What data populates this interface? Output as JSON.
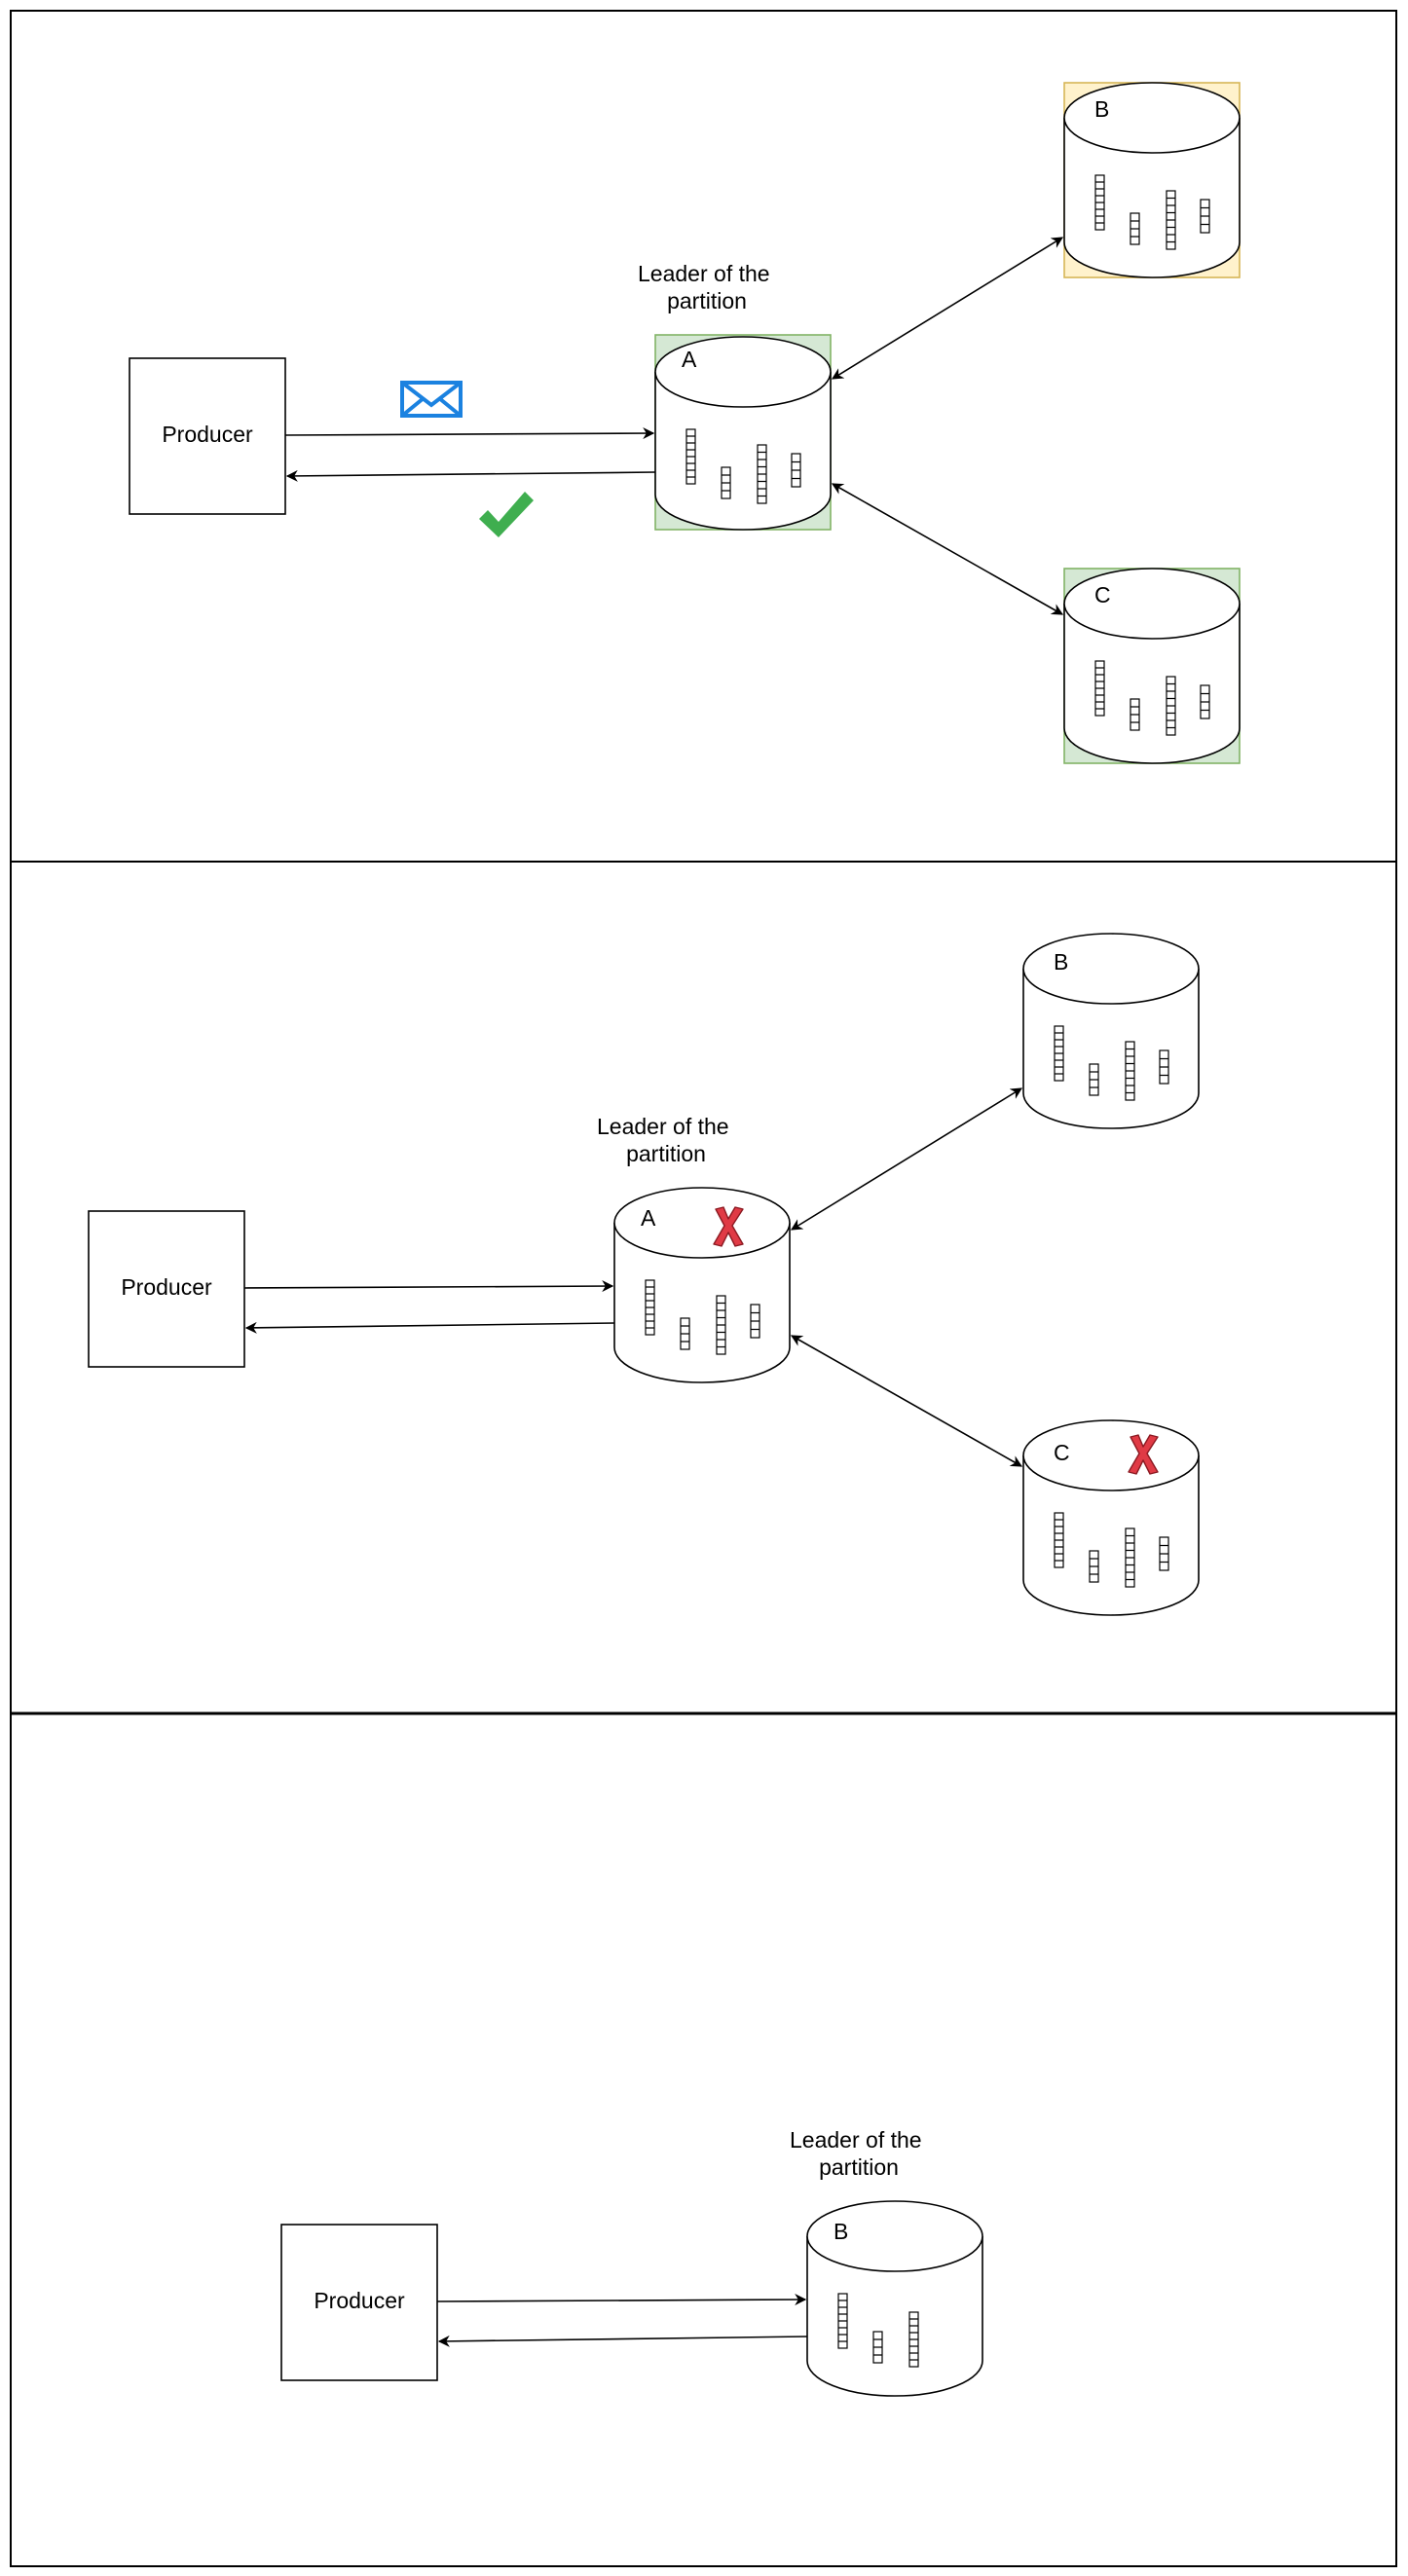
{
  "colors": {
    "stroke": "#000000",
    "leader_highlight_fill": "#d5e8d4",
    "leader_highlight_stroke": "#82b366",
    "follower_b_highlight_fill": "#fff2cc",
    "follower_b_highlight_stroke": "#d6b656",
    "envelope": "#1b82e0",
    "check": "#3fae4f",
    "failure_cross_fill": "#e03a45",
    "failure_cross_stroke": "#8b1a22"
  },
  "panels": [
    {
      "producer_label": "Producer",
      "leader_caption_line1": "Leader of the",
      "leader_caption_line2": "partition",
      "leader_broker": "A",
      "follower_top": "B",
      "follower_bottom": "C",
      "icons": [
        "envelope-icon",
        "checkmark-icon"
      ]
    },
    {
      "producer_label": "Producer",
      "leader_caption_line1": "Leader of the",
      "leader_caption_line2": "partition",
      "leader_broker": "A",
      "follower_top": "B",
      "follower_bottom": "C",
      "icons": [
        "failure-cross-icon",
        "failure-cross-icon"
      ]
    },
    {
      "producer_label": "Producer",
      "leader_caption_line1": "Leader of the",
      "leader_caption_line2": "partition",
      "leader_broker": "B"
    }
  ]
}
